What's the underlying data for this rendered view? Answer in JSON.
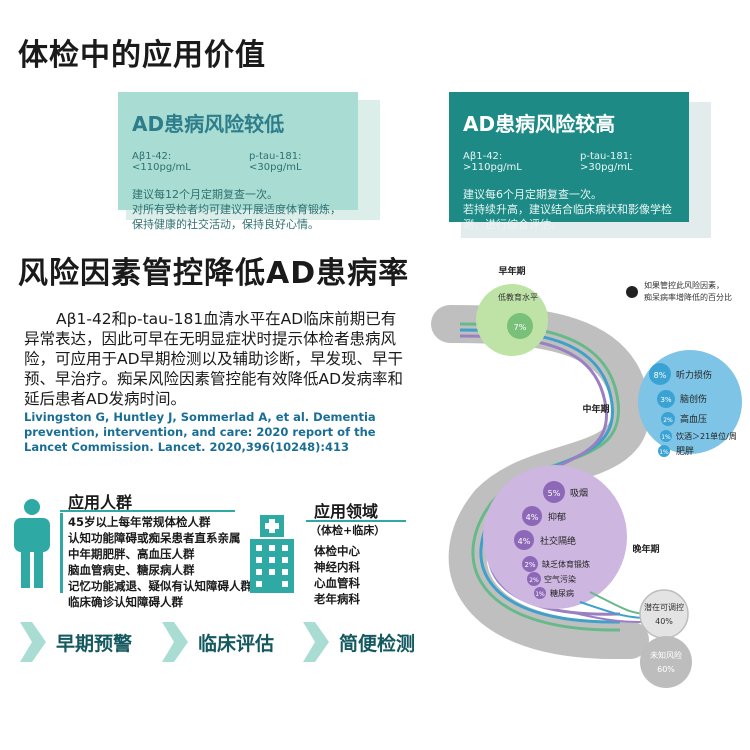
{
  "sections": {
    "value_title": "体检中的应用价值",
    "risk_title": "风险因素管控降低AD患病率"
  },
  "cards": {
    "low": {
      "title": "AD患病风险较低",
      "abeta": "Aβ1-42: <110pg/mL",
      "ptau": "p-tau-181: <30pg/mL",
      "lines": [
        "建议每12个月定期复查一次。",
        "对所有受检者均可建议开展适度体育锻炼，",
        "保持健康的社交活动，保持良好心情。"
      ]
    },
    "high": {
      "title": "AD患病风险较高",
      "abeta": "Aβ1-42: >110pg/mL",
      "ptau": "p-tau-181: >30pg/mL",
      "lines": [
        "建议每6个月定期复查一次。",
        "若持续升高，建议结合临床病状和影像学检",
        "测，进行综合评估。"
      ]
    }
  },
  "description": "Aβ1-42和p-tau-181血清水平在AD临床前期已有异常表达，因此可早在无明显症状时提示体检者患病风险，可应用于AD早期检测以及辅助诊断，早发现、早干预、早治疗。痴呆风险因素管控能有效降低AD发病率和延后患者AD发病时间。",
  "reference": "Livingston G, Huntley J, Sommerlad A, et al. Dementia prevention, intervention, and care: 2020 report of the Lancet Commission. Lancet. 2020,396(10248):413",
  "population": {
    "title": "应用人群",
    "items": [
      "45岁以上每年常规体检人群",
      "认知功能障碍或痴呆患者直系亲属",
      "中年期肥胖、高血压人群",
      "脑血管病史、糖尿病人群",
      "记忆功能减退、疑似有认知障碍人群",
      "临床确诊认知障碍人群"
    ]
  },
  "fields": {
    "title": "应用领域",
    "subtitle": "（体检+临床）",
    "items": [
      "体检中心",
      "神经内科",
      "心血管科",
      "老年病科"
    ]
  },
  "benefits": [
    "早期预警",
    "临床评估",
    "简便检测"
  ],
  "diagram": {
    "stage_early": "早年期",
    "stage_mid": "中年期",
    "stage_late": "晚年期",
    "legend": [
      "如果管控此风险因素，",
      "痴呆病率增降低的百分比"
    ],
    "early_circle_label": "低教育水平",
    "early_factors": [
      {
        "pct": "7%",
        "label": ""
      }
    ],
    "mid_factors": [
      {
        "pct": "8%",
        "label": "听力损伤"
      },
      {
        "pct": "3%",
        "label": "脑创伤"
      },
      {
        "pct": "2%",
        "label": "高血压"
      },
      {
        "pct": "1%",
        "label": "饮酒＞21单位/周"
      },
      {
        "pct": "1%",
        "label": "肥胖"
      }
    ],
    "late_factors": [
      {
        "pct": "5%",
        "label": "吸烟"
      },
      {
        "pct": "4%",
        "label": "抑郁"
      },
      {
        "pct": "4%",
        "label": "社交隔绝"
      },
      {
        "pct": "2%",
        "label": "缺乏体育锻炼"
      },
      {
        "pct": "2%",
        "label": "空气污染"
      },
      {
        "pct": "1%",
        "label": "糖尿病"
      }
    ],
    "potential": {
      "label": "潜在可调控",
      "pct": "40%"
    },
    "unknown": {
      "label": "未知风险",
      "pct": "60%"
    }
  },
  "colors": {
    "teal_dark": "#1d8a86",
    "teal_light": "#a9ddd3",
    "green_circle": "#bfe3a6",
    "blue_circle": "#7dc4e6",
    "purple_circle": "#cdb6e0"
  }
}
